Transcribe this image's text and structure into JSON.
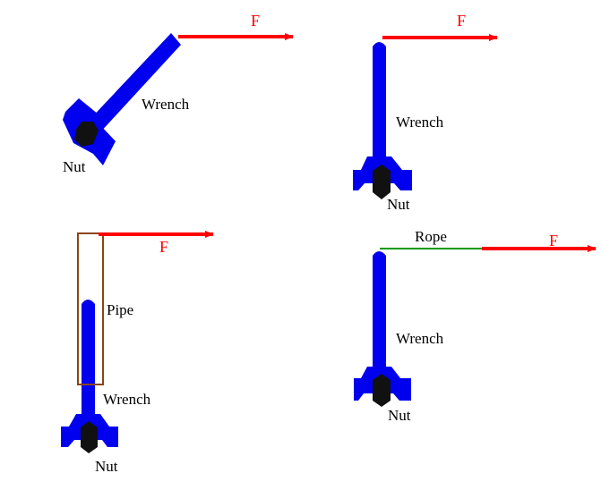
{
  "colors": {
    "wrench": "#0000ee",
    "force": "#ff0000",
    "nut": "#111111",
    "pipe": "#8b4513",
    "rope": "#009900",
    "text": "#000000"
  },
  "panels": [
    {
      "wrench_label": "Wrench",
      "nut_label": "Nut",
      "force_label": "F"
    },
    {
      "wrench_label": "Wrench",
      "nut_label": "Nut",
      "force_label": "F"
    },
    {
      "wrench_label": "Wrench",
      "nut_label": "Nut",
      "force_label": "F",
      "pipe_label": "Pipe"
    },
    {
      "wrench_label": "Wrench",
      "nut_label": "Nut",
      "force_label": "F",
      "rope_label": "Rope"
    }
  ]
}
